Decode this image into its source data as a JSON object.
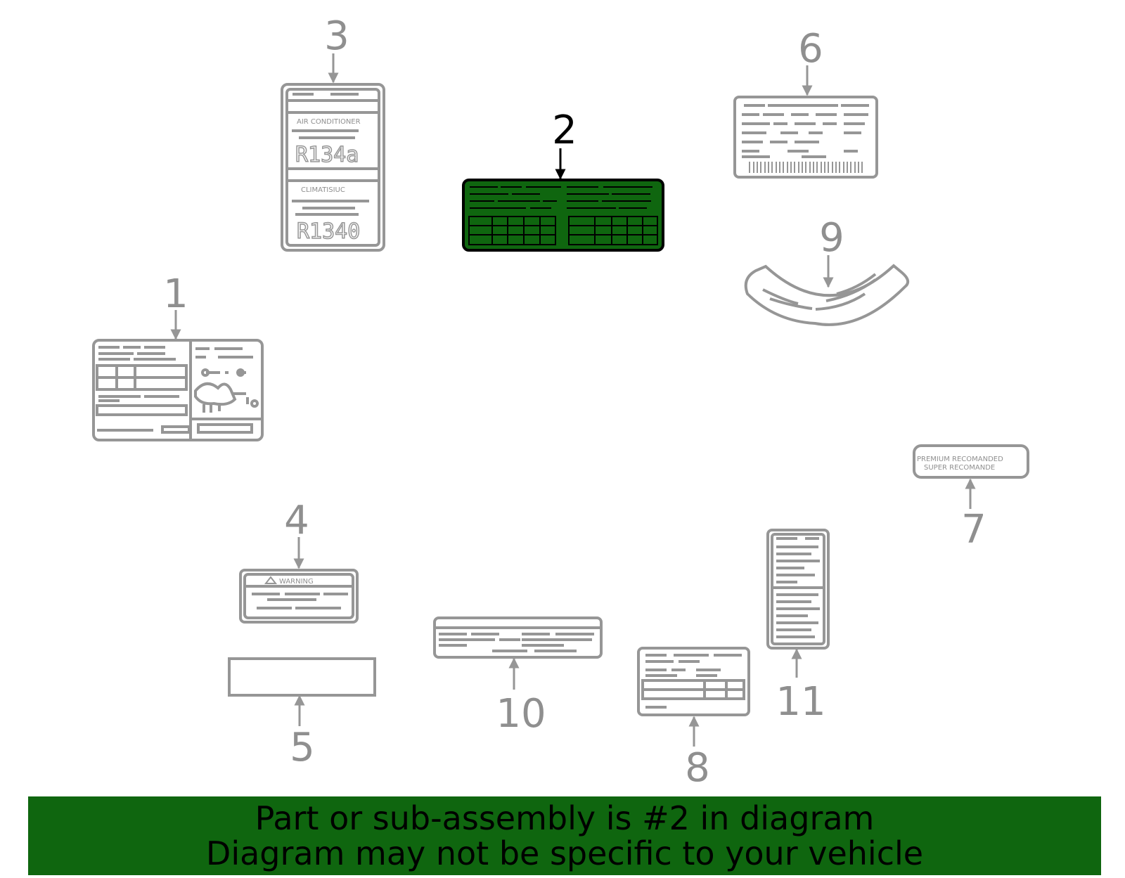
{
  "callouts": {
    "c1": "1",
    "c2": "2",
    "c3": "3",
    "c4": "4",
    "c5": "5",
    "c6": "6",
    "c7": "7",
    "c8": "8",
    "c9": "9",
    "c10": "10",
    "c11": "11"
  },
  "highlight_callout": "2",
  "label3": {
    "section1_title": "AIR CONDITIONER",
    "section1_code": "R134a",
    "section2_title": "CLIMATISIUC",
    "section2_code": "R1340"
  },
  "label4": {
    "title": "WARNING"
  },
  "label7": {
    "line1": "PREMIUM RECOMANDED",
    "line2": "SUPER  RECOMANDE"
  },
  "banner": {
    "line1": "Part or sub-assembly is #2 in diagram",
    "line2": "Diagram may not be specific to your vehicle"
  },
  "colors": {
    "highlight": "#0f660f",
    "line": "#969696",
    "text_dark": "#000000"
  }
}
